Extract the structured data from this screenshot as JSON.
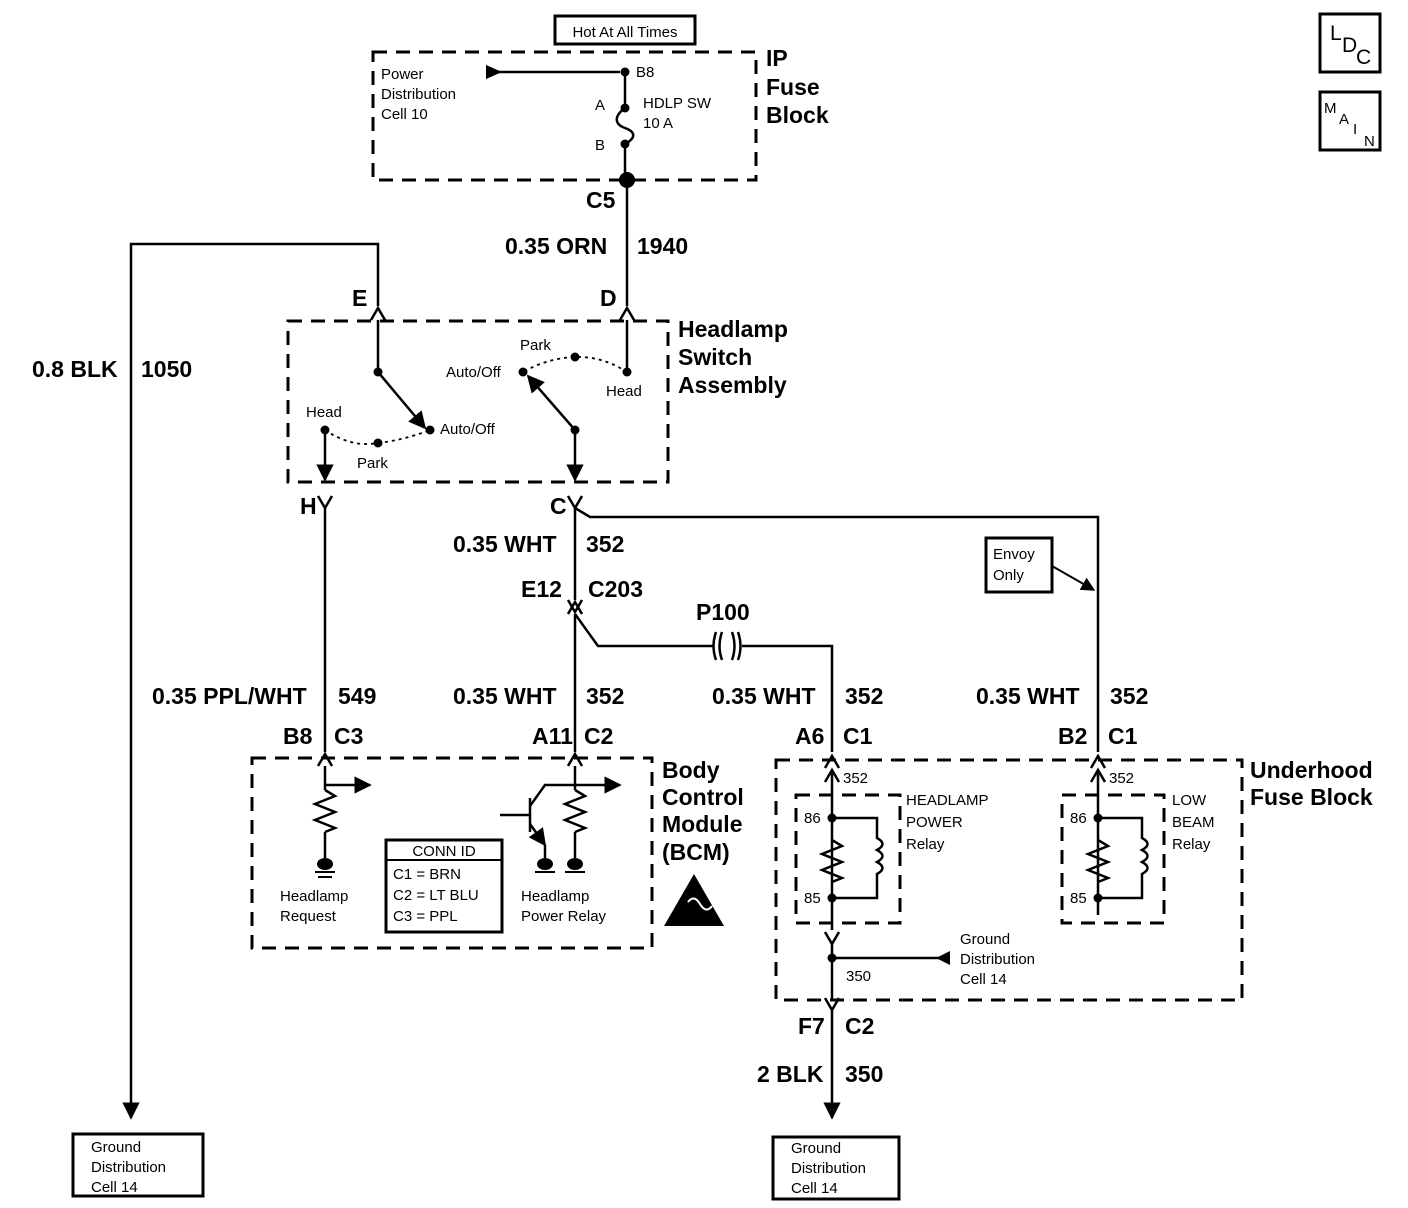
{
  "badges": {
    "hot": "Hot At All Times",
    "ldc": [
      "L",
      "D",
      "C"
    ],
    "main": [
      "M",
      "A",
      "I",
      "N"
    ]
  },
  "ip_fuse_block": {
    "title": [
      "IP",
      "Fuse",
      "Block"
    ],
    "power_dist": [
      "Power",
      "Distribution",
      "Cell 10"
    ],
    "terminal_b8": "B8",
    "fuse_a": "A",
    "fuse_b": "B",
    "fuse_label": [
      "HDLP SW",
      "10 A"
    ],
    "connector": "C5"
  },
  "wires": {
    "orn": {
      "gauge_color": "0.35 ORN",
      "circuit": "1940"
    },
    "blk_left": {
      "gauge_color": "0.8 BLK",
      "circuit": "1050"
    },
    "wht_c": {
      "gauge_color": "0.35 WHT",
      "circuit": "352"
    },
    "ppl_wht": {
      "gauge_color": "0.35 PPL/WHT",
      "circuit": "549"
    },
    "wht_a11": {
      "gauge_color": "0.35 WHT",
      "circuit": "352"
    },
    "wht_a6": {
      "gauge_color": "0.35 WHT",
      "circuit": "352"
    },
    "wht_b2": {
      "gauge_color": "0.35 WHT",
      "circuit": "352"
    },
    "blk_bottom": {
      "gauge_color": "2 BLK",
      "circuit": "350"
    }
  },
  "headlamp_switch": {
    "title": [
      "Headlamp",
      "Switch",
      "Assembly"
    ],
    "pins": {
      "e": "E",
      "d": "D",
      "h": "H",
      "c": "C"
    },
    "left": {
      "head": "Head",
      "park": "Park",
      "auto": "Auto/Off"
    },
    "right": {
      "park": "Park",
      "auto": "Auto/Off",
      "head": "Head"
    }
  },
  "connectors": {
    "e12": "E12",
    "c203": "C203",
    "p100": "P100",
    "b8": "B8",
    "c3": "C3",
    "a11": "A11",
    "c2": "C2",
    "a6": "A6",
    "c1_a6": "C1",
    "b2": "B2",
    "c1_b2": "C1",
    "f7": "F7",
    "c2_f7": "C2"
  },
  "envoy_note": [
    "Envoy",
    "Only"
  ],
  "bcm": {
    "title": [
      "Body",
      "Control",
      "Module",
      "(BCM)"
    ],
    "headlamp_request": [
      "Headlamp",
      "Request"
    ],
    "power_relay": [
      "Headlamp",
      "Power Relay"
    ],
    "conn_id": {
      "title": "CONN ID",
      "rows": [
        "C1 = BRN",
        "C2 = LT BLU",
        "C3 = PPL"
      ]
    }
  },
  "underhood": {
    "title": [
      "Underhood",
      "Fuse Block"
    ],
    "hp_relay": {
      "label": [
        "HEADLAMP",
        "POWER",
        "Relay"
      ],
      "top": "352",
      "p86": "86",
      "p85": "85"
    },
    "lb_relay": {
      "label": [
        "LOW",
        "BEAM",
        "Relay"
      ],
      "top": "352",
      "p86": "86",
      "p85": "85"
    },
    "ground_dist": [
      "Ground",
      "Distribution",
      "Cell 14"
    ],
    "circuit_350": "350"
  },
  "ground_left": [
    "Ground",
    "Distribution",
    "Cell 14"
  ],
  "ground_bottom": [
    "Ground",
    "Distribution",
    "Cell 14"
  ]
}
